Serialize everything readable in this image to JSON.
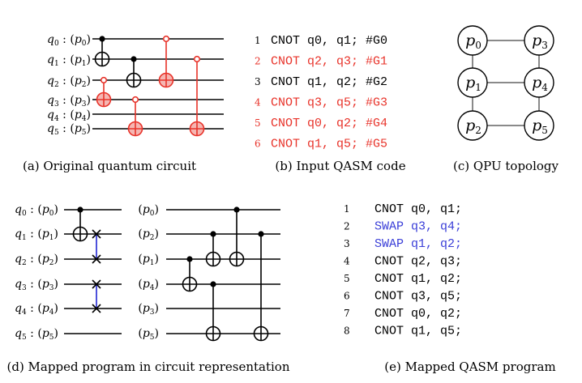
{
  "colors": {
    "black": "#000000",
    "red": "#e8332a",
    "blue": "#3b3fd8",
    "gray": "#8a8a8a"
  },
  "panel_a": {
    "qubits": [
      {
        "q": "q",
        "qi": "0",
        "p": "p",
        "pi": "0"
      },
      {
        "q": "q",
        "qi": "1",
        "p": "p",
        "pi": "1"
      },
      {
        "q": "q",
        "qi": "2",
        "p": "p",
        "pi": "2"
      },
      {
        "q": "q",
        "qi": "3",
        "p": "p",
        "pi": "3"
      },
      {
        "q": "q",
        "qi": "4",
        "p": "p",
        "pi": "4"
      },
      {
        "q": "q",
        "qi": "5",
        "p": "p",
        "pi": "5"
      }
    ],
    "gates": [
      {
        "control": 0,
        "target": 1,
        "color": "black"
      },
      {
        "control": 1,
        "target": 2,
        "color": "black"
      },
      {
        "control": 2,
        "target": 3,
        "color": "red"
      },
      {
        "control": 0,
        "target": 2,
        "color": "red"
      },
      {
        "control": 3,
        "target": 5,
        "color": "red"
      },
      {
        "control": 1,
        "target": 5,
        "color": "red"
      }
    ],
    "caption": "(a) Original quantum circuit"
  },
  "panel_b": {
    "lines": [
      {
        "num": "1",
        "text": "CNOT q0, q1; #G0",
        "color": "black"
      },
      {
        "num": "2",
        "text": "CNOT q2, q3; #G1",
        "color": "red"
      },
      {
        "num": "3",
        "text": "CNOT q1, q2; #G2",
        "color": "black"
      },
      {
        "num": "4",
        "text": "CNOT q3, q5; #G3",
        "color": "red"
      },
      {
        "num": "5",
        "text": "CNOT q0, q2; #G4",
        "color": "red"
      },
      {
        "num": "6",
        "text": "CNOT q1, q5; #G5",
        "color": "red"
      }
    ],
    "caption": "(b) Input QASM code"
  },
  "panel_c": {
    "nodes": [
      {
        "p": "p",
        "pi": "0"
      },
      {
        "p": "p",
        "pi": "3"
      },
      {
        "p": "p",
        "pi": "1"
      },
      {
        "p": "p",
        "pi": "4"
      },
      {
        "p": "p",
        "pi": "2"
      },
      {
        "p": "p",
        "pi": "5"
      }
    ],
    "edges": [
      [
        0,
        1
      ],
      [
        0,
        2
      ],
      [
        1,
        3
      ],
      [
        2,
        3
      ],
      [
        2,
        4
      ],
      [
        3,
        5
      ],
      [
        4,
        5
      ]
    ],
    "caption": "(c) QPU topology"
  },
  "panel_d": {
    "left_labels": [
      {
        "q": "q",
        "qi": "0",
        "p": "p",
        "pi": "0"
      },
      {
        "q": "q",
        "qi": "1",
        "p": "p",
        "pi": "1"
      },
      {
        "q": "q",
        "qi": "2",
        "p": "p",
        "pi": "2"
      },
      {
        "q": "q",
        "qi": "3",
        "p": "p",
        "pi": "3"
      },
      {
        "q": "q",
        "qi": "4",
        "p": "p",
        "pi": "4"
      },
      {
        "q": "q",
        "qi": "5",
        "p": "p",
        "pi": "5"
      }
    ],
    "mid_labels": [
      {
        "p": "p",
        "pi": "0"
      },
      {
        "p": "p",
        "pi": "2"
      },
      {
        "p": "p",
        "pi": "1"
      },
      {
        "p": "p",
        "pi": "4"
      },
      {
        "p": "p",
        "pi": "3"
      },
      {
        "p": "p",
        "pi": "5"
      }
    ],
    "left_cnots": [
      {
        "control": 0,
        "target": 1
      }
    ],
    "swaps": [
      {
        "a": 1,
        "b": 2
      },
      {
        "a": 3,
        "b": 4
      }
    ],
    "right_cnots": [
      {
        "control": 2,
        "target": 3
      },
      {
        "control": 1,
        "target": 2
      },
      {
        "control": 3,
        "target": 5
      },
      {
        "control": 0,
        "target": 2
      },
      {
        "control": 1,
        "target": 5
      }
    ],
    "caption": "(d) Mapped program in circuit representation"
  },
  "panel_e": {
    "lines": [
      {
        "num": "1",
        "text": "CNOT q0, q1;",
        "color": "black"
      },
      {
        "num": "2",
        "text": "SWAP q3, q4;",
        "color": "blue"
      },
      {
        "num": "3",
        "text": "SWAP q1, q2;",
        "color": "blue"
      },
      {
        "num": "4",
        "text": "CNOT q2, q3;",
        "color": "black"
      },
      {
        "num": "5",
        "text": "CNOT q1, q2;",
        "color": "black"
      },
      {
        "num": "6",
        "text": "CNOT q3, q5;",
        "color": "black"
      },
      {
        "num": "7",
        "text": "CNOT q0, q2;",
        "color": "black"
      },
      {
        "num": "8",
        "text": "CNOT q1, q5;",
        "color": "black"
      }
    ],
    "caption": "(e) Mapped QASM program"
  }
}
